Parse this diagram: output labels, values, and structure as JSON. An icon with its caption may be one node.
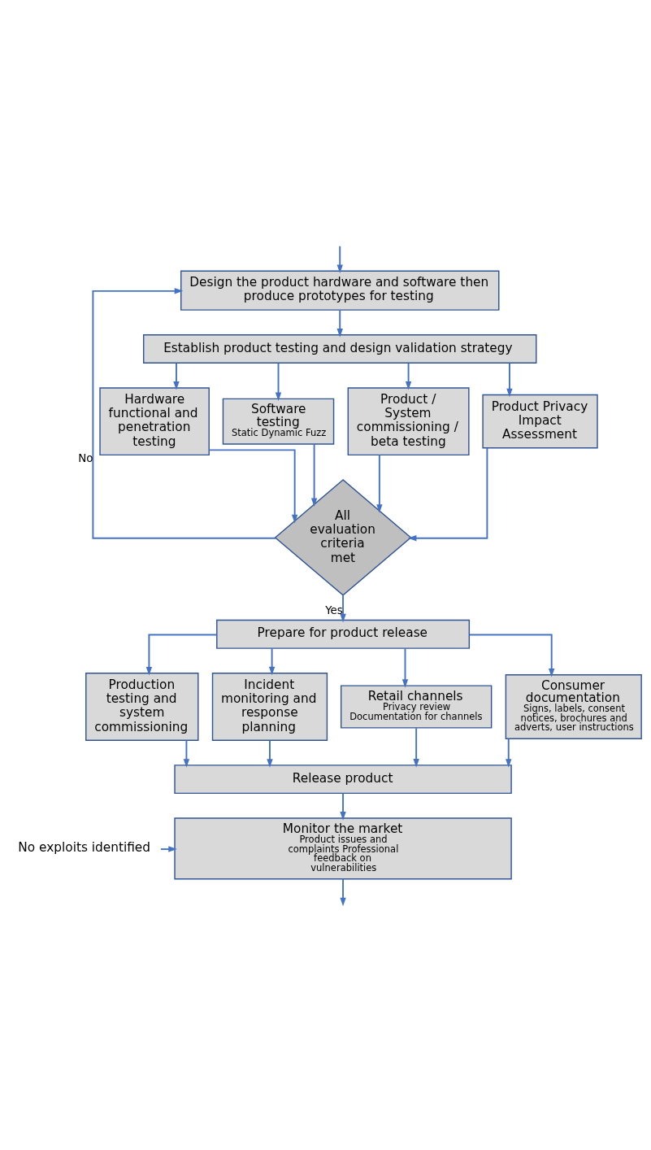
{
  "diagram": {
    "nodes": [
      {
        "text": [
          "Design the product hardware and software then produce prototypes for testing"
        ]
      },
      {
        "text": [
          "Establish product testing and design validation strategy"
        ]
      },
      {
        "text": [
          "Hardware functional and penetration testing"
        ]
      },
      {
        "text": [
          "Software testing",
          "Static Dynamic Fuzz"
        ]
      },
      {
        "text": [
          "Product / System commissioning / beta testing"
        ]
      },
      {
        "text": [
          "Product Privacy Impact Assessment"
        ]
      },
      {
        "text": [
          "All evaluation criteria met"
        ]
      },
      {
        "text": [
          "Prepare for product release"
        ]
      },
      {
        "text": [
          "Production testing and system commissioning"
        ]
      },
      {
        "text": [
          "Incident monitoring and response planning"
        ]
      },
      {
        "text": [
          "Retail channels",
          "Privacy review Documentation for channels"
        ]
      },
      {
        "text": [
          "Consumer documentation",
          "Signs, labels, consent notices, brochures and adverts, user instructions"
        ]
      },
      {
        "text": [
          "Release product"
        ]
      },
      {
        "text": [
          "Monitor the market",
          "Product issues and complaints Professional feedback on vulnerabilities"
        ]
      },
      {
        "text": [
          "No exploits identified"
        ]
      }
    ],
    "edges": [
      {
        "from": null,
        "to": 0,
        "arrow": "to"
      },
      {
        "from": 0,
        "to": 1,
        "arrow": "to"
      },
      {
        "from": 1,
        "to": 2,
        "arrow": "to"
      },
      {
        "from": 1,
        "to": 3,
        "arrow": "to"
      },
      {
        "from": 1,
        "to": 4,
        "arrow": "to"
      },
      {
        "from": 1,
        "to": 5,
        "arrow": "to"
      },
      {
        "from": 2,
        "to": 6,
        "arrow": "to"
      },
      {
        "from": 3,
        "to": 6,
        "arrow": "to"
      },
      {
        "from": 4,
        "to": 6,
        "arrow": "to"
      },
      {
        "from": 5,
        "to": 6,
        "arrow": "to"
      },
      {
        "from": 6,
        "to": 0,
        "arrow": "to",
        "label": "No"
      },
      {
        "from": 6,
        "to": 7,
        "arrow": "to",
        "label": "Yes"
      },
      {
        "from": 7,
        "to": 8,
        "arrow": "to"
      },
      {
        "from": 7,
        "to": 9,
        "arrow": "to"
      },
      {
        "from": 7,
        "to": 10,
        "arrow": "to"
      },
      {
        "from": 7,
        "to": 11,
        "arrow": "to"
      },
      {
        "from": 8,
        "to": 12,
        "arrow": "to"
      },
      {
        "from": 9,
        "to": 12,
        "arrow": "to"
      },
      {
        "from": 10,
        "to": 12,
        "arrow": "to"
      },
      {
        "from": 11,
        "to": 12,
        "arrow": "to"
      },
      {
        "from": 12,
        "to": 13,
        "arrow": "to"
      },
      {
        "from": 14,
        "to": 13,
        "arrow": "to"
      },
      {
        "from": 13,
        "to": null,
        "arrow": "to"
      }
    ]
  }
}
